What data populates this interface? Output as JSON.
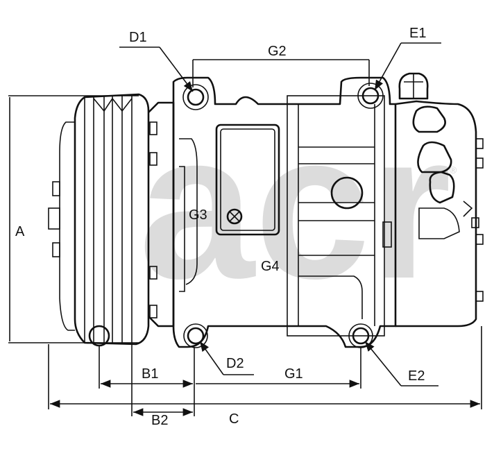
{
  "watermark": {
    "text": "acr",
    "registered": "®"
  },
  "labels": {
    "A": "A",
    "B1": "B1",
    "B2": "B2",
    "C": "C",
    "D1": "D1",
    "D2": "D2",
    "E1": "E1",
    "E2": "E2",
    "G1": "G1",
    "G2": "G2",
    "G3": "G3",
    "G4": "G4"
  }
}
